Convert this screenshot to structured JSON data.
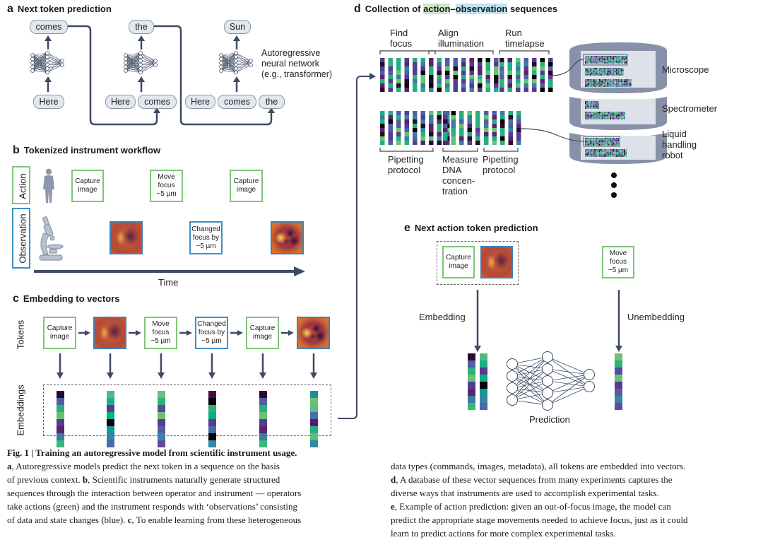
{
  "panels": {
    "a": {
      "letter": "a",
      "title": "Next token prediction",
      "network_label": [
        "Autoregressive",
        "neural network",
        "(e.g., transformer)"
      ],
      "steps": [
        {
          "inputs": [
            "Here"
          ],
          "output": "comes"
        },
        {
          "inputs": [
            "Here",
            "comes"
          ],
          "output": "the"
        },
        {
          "inputs": [
            "Here",
            "comes",
            "the"
          ],
          "output": "Sun"
        }
      ]
    },
    "b": {
      "letter": "b",
      "title": "Tokenized instrument workflow",
      "row_labels": {
        "action": "Action",
        "observation": "Observation"
      },
      "actions": [
        [
          "Capture",
          "image"
        ],
        [
          "Move",
          "focus",
          "−5 µm"
        ],
        [
          "Capture",
          "image"
        ]
      ],
      "observations": [
        {
          "type": "image",
          "state": "out-of-focus"
        },
        {
          "type": "text",
          "lines": [
            "Changed",
            "focus by",
            "−5 µm"
          ]
        },
        {
          "type": "image",
          "state": "in-focus"
        }
      ],
      "time_label": "Time"
    },
    "c": {
      "letter": "c",
      "title": "Embedding to vectors",
      "row_labels": {
        "tokens": "Tokens",
        "embeddings": "Embeddings"
      },
      "tokens": [
        {
          "kind": "action",
          "lines": [
            "Capture",
            "image"
          ]
        },
        {
          "kind": "image",
          "state": "out-of-focus"
        },
        {
          "kind": "action",
          "lines": [
            "Move",
            "focus",
            "−5 µm"
          ]
        },
        {
          "kind": "observation",
          "lines": [
            "Changed",
            "focus by",
            "−5 µm"
          ]
        },
        {
          "kind": "action",
          "lines": [
            "Capture",
            "image"
          ]
        },
        {
          "kind": "image",
          "state": "in-focus"
        }
      ],
      "embeddings": [
        [
          "#2a0a2e",
          "#4f5fa3",
          "#2bb07a",
          "#67c172",
          "#553c91",
          "#5a2470",
          "#3a7ea2",
          "#3ab878"
        ],
        [
          "#4fbc7e",
          "#1fae8a",
          "#5b3a95",
          "#08b080",
          "#120010",
          "#0f9c95",
          "#3a82a6",
          "#4869a6"
        ],
        [
          "#6cc176",
          "#31b07a",
          "#574c9c",
          "#67c172",
          "#563b93",
          "#5a5aa3",
          "#3a84a4",
          "#5e4ca0"
        ],
        [
          "#4a0a4a",
          "#050505",
          "#2fae76",
          "#07b085",
          "#5a3b94",
          "#4a68a6",
          "#050505",
          "#2f8aa5"
        ],
        [
          "#2a0a2e",
          "#4f5fa3",
          "#2bb07a",
          "#67c172",
          "#553c91",
          "#5a2470",
          "#3a7ea2",
          "#3ab878"
        ],
        [
          "#17919a",
          "#6cc176",
          "#5abf7c",
          "#486da7",
          "#5a1a6b",
          "#2bb07a",
          "#5cbf7b",
          "#2f8aa5"
        ]
      ]
    },
    "d": {
      "letter": "d",
      "title_parts": [
        "Collection of ",
        "action",
        "–",
        "observation",
        " sequences"
      ],
      "top_groups": [
        {
          "label": [
            "Find",
            "focus"
          ]
        },
        {
          "label": [
            "Align",
            "illumination"
          ]
        },
        {
          "label": [
            "Run",
            "timelapse"
          ]
        }
      ],
      "bottom_groups": [
        {
          "label": [
            "Pipetting",
            "protocol"
          ]
        },
        {
          "label": [
            "Measure",
            "DNA",
            "concen-",
            "tration"
          ]
        },
        {
          "label": [
            "Pipetting",
            "protocol"
          ]
        }
      ],
      "database_sections": [
        "Microscope",
        "Spectrometer",
        "Liquid handling robot"
      ],
      "database_section_lines": [
        [
          "Microscope"
        ],
        [
          "Spectrometer"
        ],
        [
          "Liquid",
          "handling",
          "robot"
        ]
      ]
    },
    "e": {
      "letter": "e",
      "title": "Next action token prediction",
      "input_action": [
        "Capture",
        "image"
      ],
      "output_action": [
        "Move",
        "focus",
        "−5 µm"
      ],
      "embedding_label": "Embedding",
      "unembedding_label": "Unembedding",
      "prediction_label": "Prediction",
      "input_vectors": [
        [
          "#2a0a2e",
          "#4f5fa3",
          "#2bb07a",
          "#67c172",
          "#553c91",
          "#5a2470",
          "#3a7ea2",
          "#3ab878"
        ],
        [
          "#4fbc7e",
          "#1fae8a",
          "#5b3a95",
          "#08b080",
          "#120010",
          "#0f9c95",
          "#3a82a6",
          "#4869a6"
        ]
      ],
      "output_vector": [
        "#6cc176",
        "#31b07a",
        "#574c9c",
        "#67c172",
        "#563b93",
        "#5a5aa3",
        "#3a84a4",
        "#5e4ca0"
      ]
    }
  },
  "caption": {
    "fig_label": "Fig. 1 | Training an autoregressive model from scientific instrument usage.",
    "left_paragraph": [
      {
        "bold": "a",
        "text": ", Autoregressive models predict the next token in a sequence on the basis"
      },
      {
        "bold": "",
        "text": "of previous context. "
      },
      {
        "bold": "",
        "text": "sequences through the interaction between operator and instrument — operators"
      },
      {
        "bold": "",
        "text": "take actions (green) and the instrument responds with ‘observations’ consisting"
      },
      {
        "bold": "",
        "text": "of data and state changes (blue). "
      }
    ],
    "line2_b": "b",
    "line2_rest": ", Scientific instruments naturally generate structured",
    "line5_c": "c",
    "line5_rest": ", To enable learning from these heterogeneous",
    "right_lines": [
      {
        "bold": "",
        "text": "data types (commands, images, metadata), all tokens are embedded into vectors."
      },
      {
        "bold": "d",
        "text": ", A database of these vector sequences from many experiments captures the"
      },
      {
        "bold": "",
        "text": "diverse ways that instruments are used to accomplish experimental tasks."
      },
      {
        "bold": "e",
        "text": ", Example of action prediction: given an out-of-focus image, the model can"
      },
      {
        "bold": "",
        "text": "predict the appropriate stage movements needed to achieve focus, just as it could"
      },
      {
        "bold": "",
        "text": "learn to predict actions for more complex experimental tasks."
      }
    ]
  },
  "colors": {
    "action": "#7ec776",
    "observation": "#3e8ec8",
    "arrow": "#3d4a63",
    "pill_fill": "#e3e7ee",
    "db_dark": "#8891a8",
    "db_light": "#dde1e9",
    "palette": [
      "#2a0a2e",
      "#4f5fa3",
      "#2bb07a",
      "#67c172",
      "#553c91",
      "#5a2470",
      "#3a7ea2",
      "#1fae8a",
      "#050505",
      "#17919a"
    ]
  }
}
